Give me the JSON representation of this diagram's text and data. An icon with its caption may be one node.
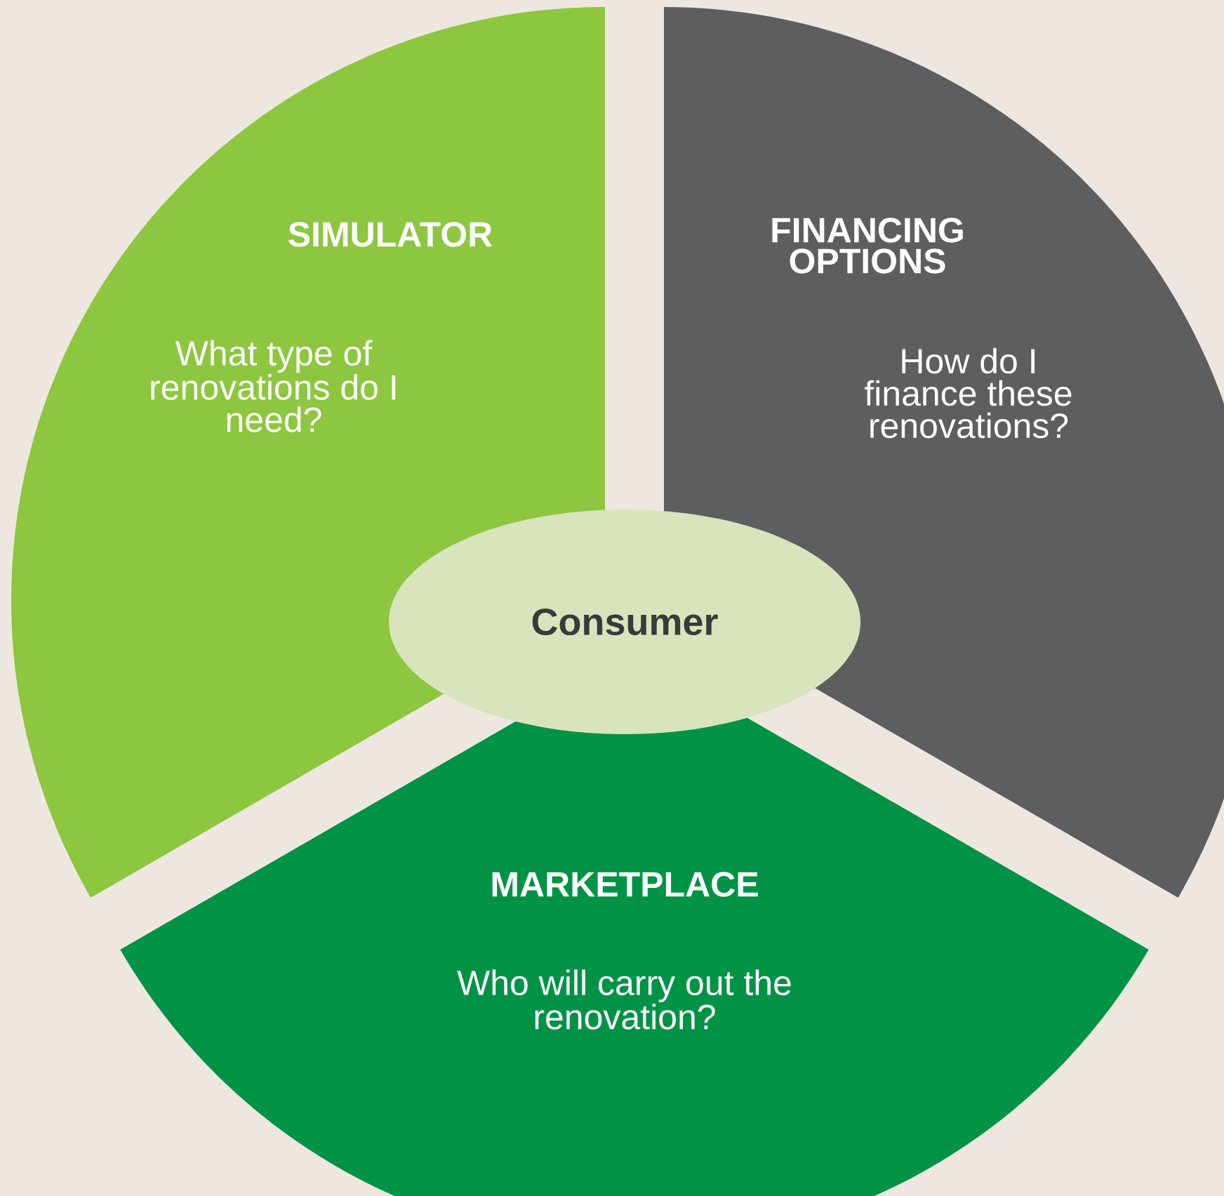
{
  "diagram": {
    "nodes": [
      {
        "text": [
          "SIMULATOR",
          "What type of renovations do I need?"
        ]
      },
      {
        "text": [
          "FINANCING OPTIONS",
          "How do I finance these renovations?"
        ]
      },
      {
        "text": [
          "MARKETPLACE",
          "Who will carry out the renovation?"
        ]
      },
      {
        "text": [
          "Consumer"
        ]
      }
    ]
  }
}
